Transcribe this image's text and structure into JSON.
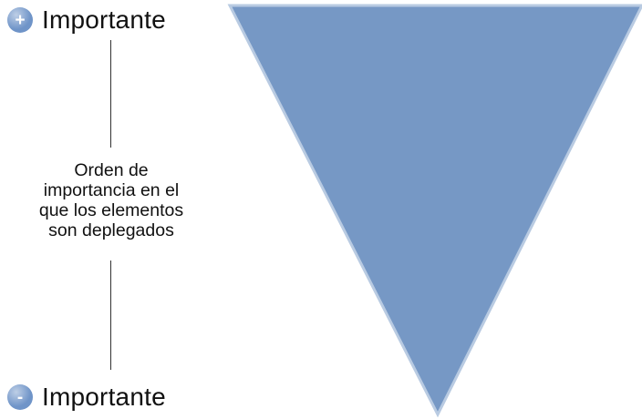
{
  "labels": {
    "top": {
      "badge_symbol": "+",
      "text": "Importante"
    },
    "bottom": {
      "badge_symbol": "-",
      "text": "Importante"
    }
  },
  "caption": {
    "lines": [
      "Orden de",
      "importancia en el",
      "que los elementos",
      "son deplegados"
    ]
  },
  "colors": {
    "triangle_fill": "#7698c5",
    "triangle_stroke": "#b9cbe2",
    "badge_top": "#6f94c8",
    "badge_bottom": "#6f94c8"
  }
}
